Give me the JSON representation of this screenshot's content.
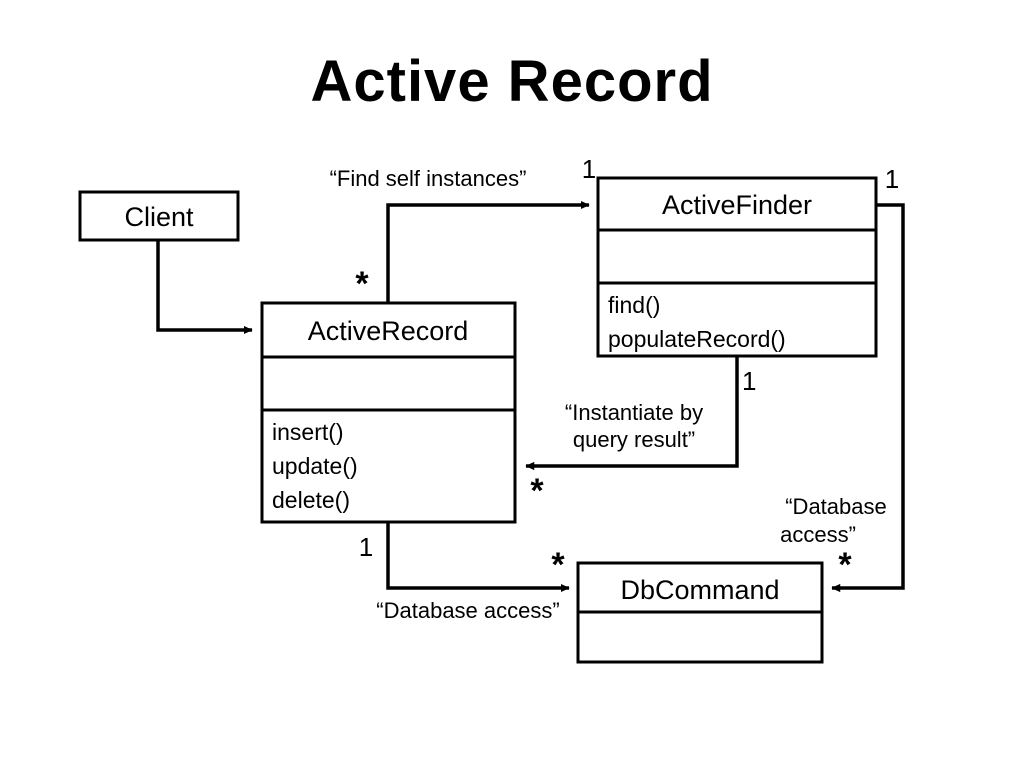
{
  "diagram": {
    "title": "Active Record",
    "type": "uml-class-diagram",
    "classes": [
      {
        "id": "client",
        "name": "Client",
        "compartments": 1,
        "attributes": [],
        "methods": []
      },
      {
        "id": "active-record",
        "name": "ActiveRecord",
        "compartments": 3,
        "attributes": [],
        "methods": [
          "insert()",
          "update()",
          "delete()"
        ]
      },
      {
        "id": "active-finder",
        "name": "ActiveFinder",
        "compartments": 3,
        "attributes": [],
        "methods": [
          "find()",
          "populateRecord()"
        ]
      },
      {
        "id": "db-command",
        "name": "DbCommand",
        "compartments": 2,
        "attributes": [],
        "methods": []
      }
    ],
    "relations": [
      {
        "id": "client-to-activerecord",
        "from": "Client",
        "to": "ActiveRecord",
        "label": "",
        "source_multiplicity": "",
        "target_multiplicity": ""
      },
      {
        "id": "activerecord-to-activefinder",
        "from": "ActiveRecord",
        "to": "ActiveFinder",
        "label": "“Find self instances”",
        "source_multiplicity": "*",
        "target_multiplicity": "1"
      },
      {
        "id": "activefinder-to-activerecord",
        "from": "ActiveFinder",
        "to": "ActiveRecord",
        "label_line1": "“Instantiate by",
        "label_line2": "query result”",
        "source_multiplicity": "1",
        "target_multiplicity": "*"
      },
      {
        "id": "activerecord-to-dbcommand",
        "from": "ActiveRecord",
        "to": "DbCommand",
        "label": "“Database access”",
        "source_multiplicity": "1",
        "target_multiplicity": "*"
      },
      {
        "id": "activefinder-to-dbcommand",
        "from": "ActiveFinder",
        "to": "DbCommand",
        "label_line1": "“Database",
        "label_line2": "access”",
        "source_multiplicity": "1",
        "target_multiplicity": "*"
      }
    ],
    "colors": {
      "ink": "#000000",
      "paper": "#ffffff"
    }
  }
}
